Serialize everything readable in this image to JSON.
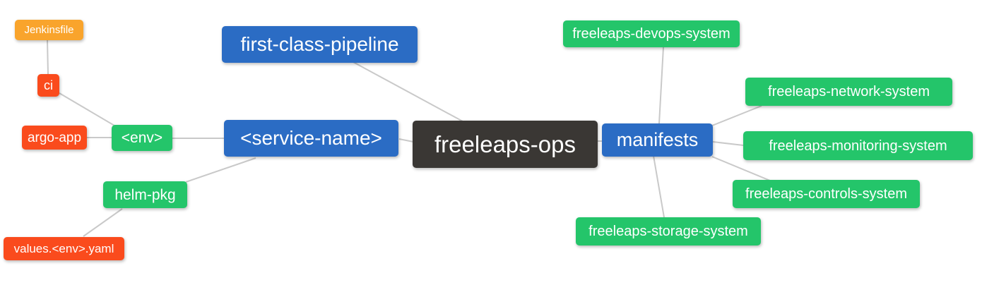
{
  "diagram": {
    "type": "mindmap",
    "root_label": "freeleaps-ops",
    "palette": {
      "blue": "#2b6cc4",
      "green": "#24c56a",
      "red": "#fa4b1d",
      "orange": "#f9a42c",
      "dark": "#3a3734",
      "edge_gray": "#c9c9c9",
      "background": "#ffffff",
      "text": "#ffffff"
    },
    "nodes": {
      "jenkinsfile": {
        "label": "Jenkinsfile",
        "color": "orange"
      },
      "ci": {
        "label": "ci",
        "color": "red"
      },
      "argo_app": {
        "label": "argo-app",
        "color": "red"
      },
      "env": {
        "label": "<env>",
        "color": "green"
      },
      "helm_pkg": {
        "label": "helm-pkg",
        "color": "green"
      },
      "values_yaml": {
        "label": "values.<env>.yaml",
        "color": "red"
      },
      "first_class_pipeline": {
        "label": "first-class-pipeline",
        "color": "blue"
      },
      "service_name": {
        "label": "<service-name>",
        "color": "blue"
      },
      "freeleaps_ops": {
        "label": "freeleaps-ops",
        "color": "dark"
      },
      "manifests": {
        "label": "manifests",
        "color": "blue"
      },
      "devops_system": {
        "label": "freeleaps-devops-system",
        "color": "green"
      },
      "network_system": {
        "label": "freeleaps-network-system",
        "color": "green"
      },
      "monitoring_system": {
        "label": "freeleaps-monitoring-system",
        "color": "green"
      },
      "controls_system": {
        "label": "freeleaps-controls-system",
        "color": "green"
      },
      "storage_system": {
        "label": "freeleaps-storage-system",
        "color": "green"
      }
    },
    "edges": [
      {
        "from": "freeleaps-ops",
        "to": "first-class-pipeline"
      },
      {
        "from": "freeleaps-ops",
        "to": "<service-name>"
      },
      {
        "from": "freeleaps-ops",
        "to": "manifests"
      },
      {
        "from": "<service-name>",
        "to": "<env>"
      },
      {
        "from": "<service-name>",
        "to": "helm-pkg"
      },
      {
        "from": "<env>",
        "to": "ci"
      },
      {
        "from": "<env>",
        "to": "argo-app"
      },
      {
        "from": "ci",
        "to": "Jenkinsfile"
      },
      {
        "from": "helm-pkg",
        "to": "values.<env>.yaml"
      },
      {
        "from": "manifests",
        "to": "freeleaps-devops-system"
      },
      {
        "from": "manifests",
        "to": "freeleaps-network-system"
      },
      {
        "from": "manifests",
        "to": "freeleaps-monitoring-system"
      },
      {
        "from": "manifests",
        "to": "freeleaps-controls-system"
      },
      {
        "from": "manifests",
        "to": "freeleaps-storage-system"
      }
    ]
  }
}
